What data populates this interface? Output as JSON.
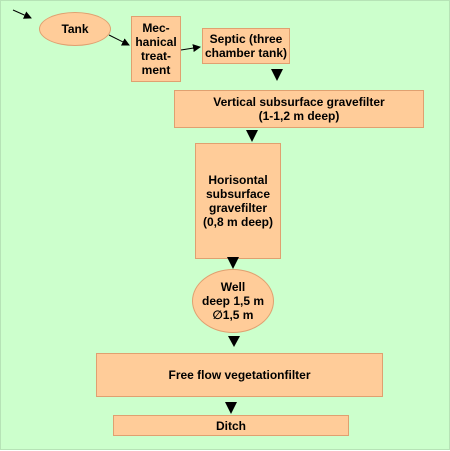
{
  "colors": {
    "background": "#ccffcc",
    "node_fill": "#ffcc99",
    "node_border": "#e0a070",
    "arrow": "#000000"
  },
  "nodes": {
    "tank": "Tank",
    "mechanical": "Mec-\nhanical\ntreat-\nment",
    "septic": "Septic (three\nchamber tank)",
    "vertical": "Vertical subsurface gravefilter\n(1-1,2 m deep)",
    "horisontal": "Horisontal\nsubsurface\ngravefilter\n(0,8 m deep)",
    "well": "Well\ndeep 1,5 m\n∅1,5 m",
    "freeflow": "Free flow vegetationfilter",
    "ditch": "Ditch"
  }
}
